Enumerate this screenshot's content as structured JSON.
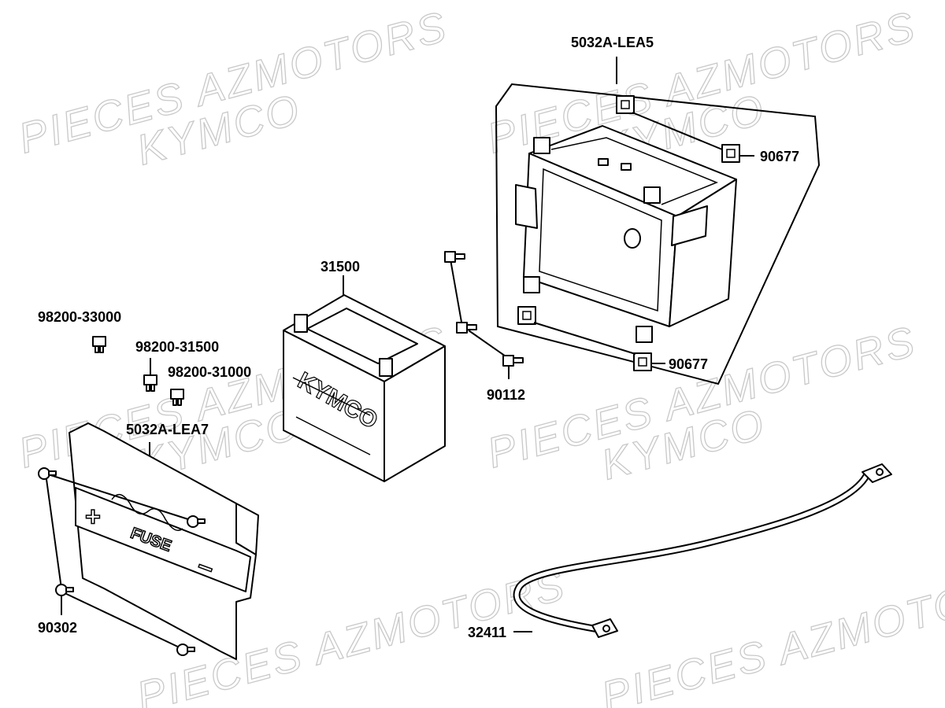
{
  "watermark": {
    "line1": "PIECES AZMOTORS",
    "line2": "KYMCO"
  },
  "parts": {
    "battery_case": "5032A-LEA5",
    "case_clips_upper": "90677",
    "case_clips_lower": "90677",
    "battery": "31500",
    "bolt": "90112",
    "fuse_30a": "98200-33000",
    "fuse_15a": "98200-31500",
    "fuse_10a": "98200-31000",
    "fuse_holder": "5032A-LEA7",
    "screws": "90302",
    "ground_cable": "32411"
  },
  "markings": {
    "fuse_holder_text": "FUSE",
    "plus": "+",
    "minus": "−",
    "battery_brand": "KYMCO"
  }
}
